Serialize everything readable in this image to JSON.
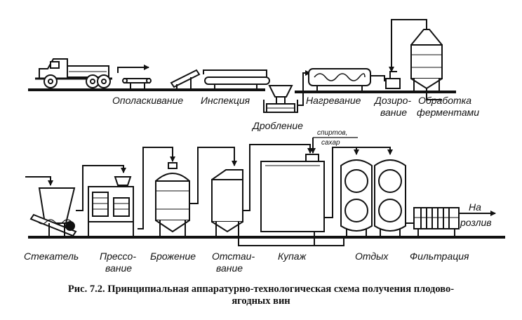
{
  "stages_top": {
    "rinsing": "Ополаскивание",
    "inspection": "Инспекция",
    "crushing": "Дробление",
    "heating": "Нагревание",
    "dosing_1": "Дозиро-",
    "dosing_2": "вание",
    "enzyme_1": "Обработка",
    "enzyme_2": "ферментами"
  },
  "stages_bottom": {
    "drainer": "Стекатель",
    "pressing_1": "Прессо-",
    "pressing_2": "вание",
    "fermentation": "Брожение",
    "settling_1": "Отстаи-",
    "settling_2": "вание",
    "blending": "Купаж",
    "rest": "Отдых",
    "filtration": "Фильтрация"
  },
  "additives": {
    "spirit": "спиртов,",
    "sugar": "сахар"
  },
  "output": {
    "line1": "На",
    "line2": "розлив"
  },
  "caption": {
    "line1": "Рис. 7.2. Принципиальная аппаратурно-технологическая схема получения плодово-",
    "line2": "ягодных вин"
  }
}
